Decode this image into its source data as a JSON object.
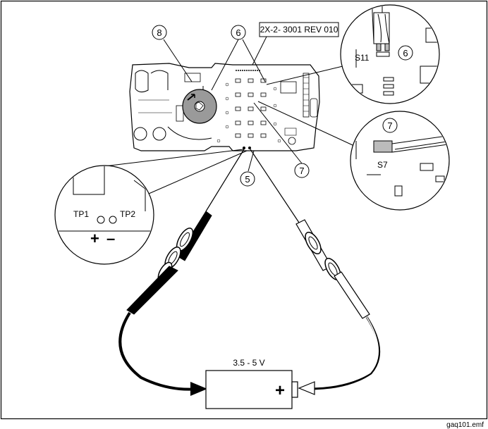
{
  "callouts": {
    "c8": "8",
    "c6_top": "6",
    "c6_inset": "6",
    "c7_right": "7",
    "c7_inset": "7",
    "c5": "5"
  },
  "board_label": "2X-2- 3001 REV 010",
  "switches": {
    "s11": "S11",
    "s7": "S7"
  },
  "test_points": {
    "tp1": "TP1",
    "tp2": "TP2",
    "plus": "+",
    "minus": "–"
  },
  "supply": {
    "voltage": "3.5 - 5 V",
    "plus": "+"
  },
  "figure_ref": "gaq101.emf",
  "colors": {
    "line": "#000000",
    "board": "#ffffff",
    "dial": "#9a9a9a"
  }
}
